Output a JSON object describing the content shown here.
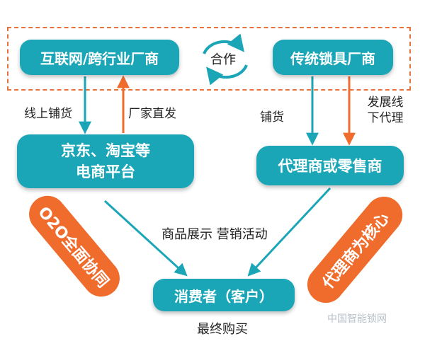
{
  "nodes": {
    "internet": "互联网/跨行业厂商",
    "traditional": "传统锁具厂商",
    "ecommerce_line1": "京东、淘宝等",
    "ecommerce_line2": "电商平台",
    "agent": "代理商或零售商",
    "consumer": "消费者（客户）"
  },
  "labels": {
    "cooperation": "合作",
    "online": "线上铺货",
    "direct": "厂家直发",
    "stock": "铺货",
    "develop_line1": "发展线",
    "develop_line2": "下代理",
    "display": "商品展示  营销活动",
    "final": "最终购买"
  },
  "side_banners": {
    "left": "O2O全面协同",
    "right": "代理商为核心"
  },
  "watermark": "中国智能锁网",
  "colors": {
    "node": "#1aa6b7",
    "accent": "#ef6c2d",
    "arrow_teal": "#1aa6b7",
    "arrow_orange": "#ef6c2d"
  }
}
